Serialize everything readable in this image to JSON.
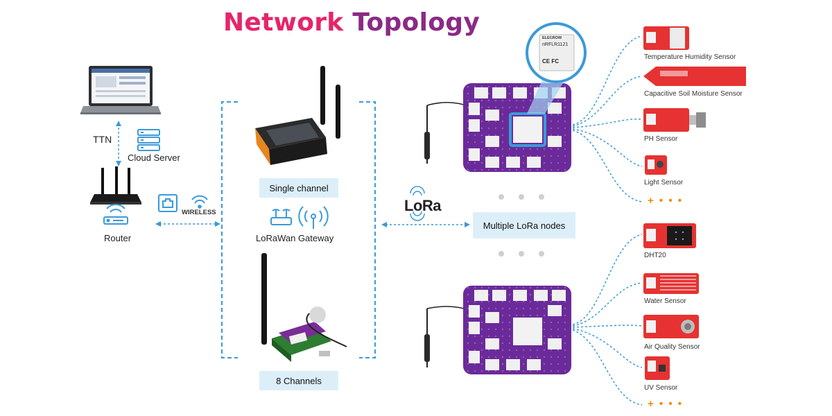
{
  "title": {
    "part1": "Network Topology"
  },
  "left": {
    "ttn": "TTN",
    "cloud_server": "Cloud Server",
    "router": "Router",
    "wireless": "WIRELESS"
  },
  "gateway": {
    "single_channel": "Single channel",
    "lorawan_gateway": "LoRaWan Gateway",
    "eight_channels": "8 Channels"
  },
  "lora": {
    "logo": "LoRa",
    "nodes": "Multiple LoRa nodes",
    "module_brand": "ELECROW",
    "module_model": "nRFLR1121",
    "module_marks": "CE FC"
  },
  "sensors_top": [
    "Temperature Humidity Sensor",
    "Capacitive Soil Moisture Sensor",
    "PH Sensor",
    "Light Sensor"
  ],
  "sensors_bottom": [
    "DHT20",
    "Water Sensor",
    "Air Quality Sensor",
    "UV Sensor"
  ],
  "more": "+ • • •",
  "colors": {
    "title_pink": "#e5256a",
    "title_purple": "#8a2a86",
    "dash_blue": "#3a9ad9",
    "board_purple": "#6b2a9a",
    "sensor_red": "#e63232",
    "plus_orange": "#f08a00"
  }
}
